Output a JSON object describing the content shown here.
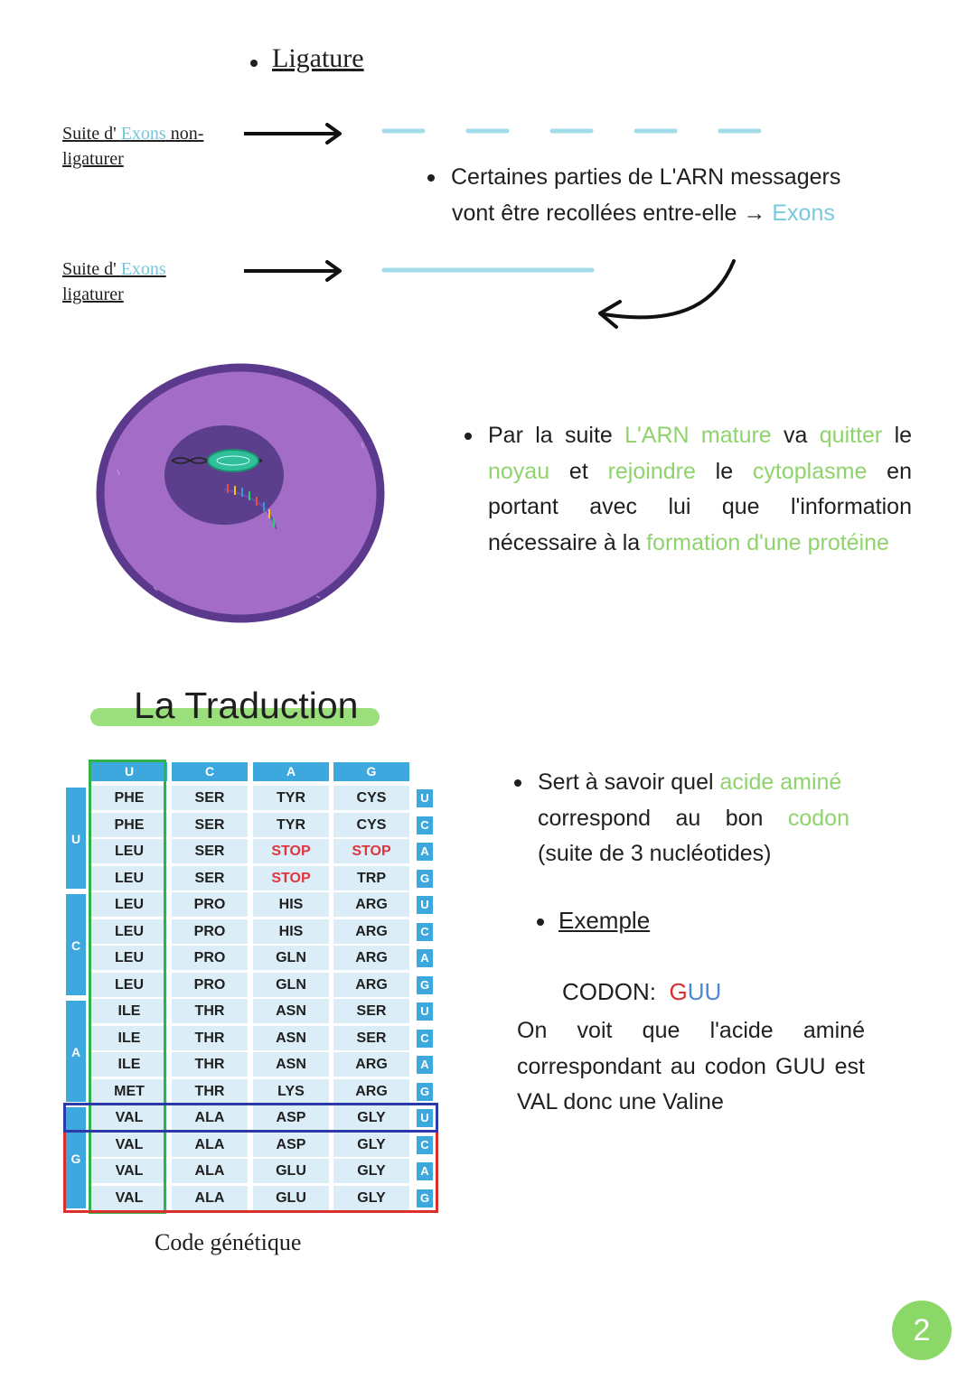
{
  "ligature": {
    "title": "Ligature",
    "non_ligated": {
      "prefix": "Suite d' ",
      "exons": "Exons",
      "suffix": " non-",
      "line2": "ligaturer"
    },
    "ligated": {
      "prefix": "Suite d' ",
      "exons": "Exons",
      "line2": "ligaturer"
    },
    "para_line1": "Certaines parties de L'ARN messagers",
    "para_line2": "vont être recollées entre-elle",
    "arrow_glyph": "→",
    "para_exons": "Exons"
  },
  "mature": {
    "line1_a": "Par la suite ",
    "line1_b": "L'ARN mature",
    "line1_c": " va ",
    "line1_d": "quitter",
    "line1_e": " le",
    "line2_a": "noyau",
    "line2_b": " et ",
    "line2_c": "rejoindre",
    "line2_d": " le ",
    "line2_e": "cytoplasme",
    "line2_f": " en",
    "line3": "portant avec lui que l'information",
    "line4_a": "nécessaire à la ",
    "line4_b": "formation d'une protéine"
  },
  "traduction": {
    "title": "La Traduction",
    "caption": "Code génétique",
    "para_line1_a": "Sert à savoir quel ",
    "para_line1_b": "acide aminé",
    "para_line2_a": "correspond au bon ",
    "para_line2_b": "codon",
    "para_line3": "(suite de 3 nucléotides)",
    "example_title": "Exemple",
    "codon_label": "CODON:",
    "codon_g": "G",
    "codon_uu": "UU",
    "example_line1": "On voit que l'acide aminé",
    "example_line2": "correspondant au codon GUU est",
    "example_line3": "VAL donc une Valine"
  },
  "genetic_code": {
    "columns": [
      "U",
      "C",
      "A",
      "G"
    ],
    "row_groups": [
      "U",
      "C",
      "A",
      "G"
    ],
    "third_letters": [
      "U",
      "C",
      "A",
      "G",
      "U",
      "C",
      "A",
      "G",
      "U",
      "C",
      "A",
      "G",
      "U",
      "C",
      "A",
      "G"
    ],
    "rows": [
      [
        "PHE",
        "SER",
        "TYR",
        "CYS"
      ],
      [
        "PHE",
        "SER",
        "TYR",
        "CYS"
      ],
      [
        "LEU",
        "SER",
        "STOP",
        "STOP"
      ],
      [
        "LEU",
        "SER",
        "STOP",
        "TRP"
      ],
      [
        "LEU",
        "PRO",
        "HIS",
        "ARG"
      ],
      [
        "LEU",
        "PRO",
        "HIS",
        "ARG"
      ],
      [
        "LEU",
        "PRO",
        "GLN",
        "ARG"
      ],
      [
        "LEU",
        "PRO",
        "GLN",
        "ARG"
      ],
      [
        "ILE",
        "THR",
        "ASN",
        "SER"
      ],
      [
        "ILE",
        "THR",
        "ASN",
        "SER"
      ],
      [
        "ILE",
        "THR",
        "ASN",
        "ARG"
      ],
      [
        "MET",
        "THR",
        "LYS",
        "ARG"
      ],
      [
        "VAL",
        "ALA",
        "ASP",
        "GLY"
      ],
      [
        "VAL",
        "ALA",
        "ASP",
        "GLY"
      ],
      [
        "VAL",
        "ALA",
        "GLU",
        "GLY"
      ],
      [
        "VAL",
        "ALA",
        "GLU",
        "GLY"
      ]
    ],
    "colors": {
      "header": "#3da8de",
      "cell": "#dbeef8",
      "stop": "#e0353f",
      "highlight_col": "#2fb34a",
      "highlight_row": "#2b3aa8",
      "highlight_group": "#d9302c"
    }
  },
  "page_number": "2"
}
